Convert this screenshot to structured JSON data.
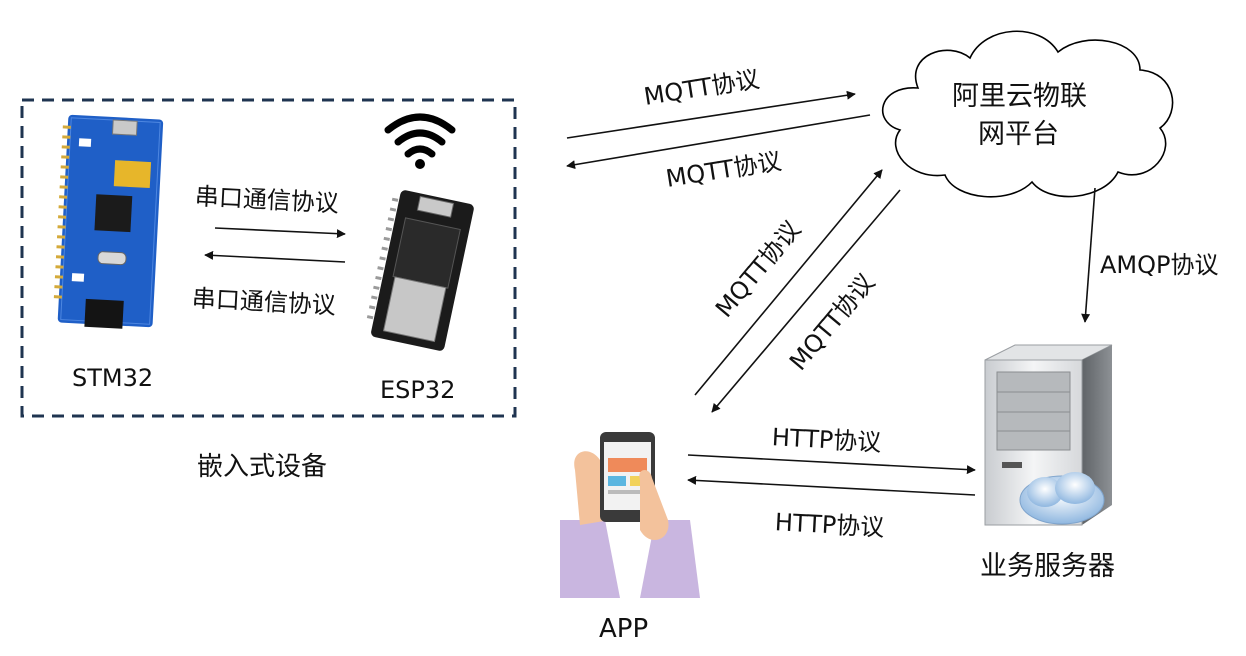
{
  "groups": {
    "embedded_title": "嵌入式设备"
  },
  "nodes": {
    "stm32": "STM32",
    "esp32": "ESP32",
    "cloud": [
      "阿里云物联",
      "网平台"
    ],
    "server": "业务服务器",
    "app": "APP"
  },
  "edges": {
    "serial_to_esp": "串口通信协议",
    "serial_to_stm": "串口通信协议",
    "mqtt_to_cloud": "MQTT协议",
    "mqtt_from_cloud": "MQTT协议",
    "mqtt_app_to_cloud": "MQTT协议",
    "mqtt_cloud_to_app": "MQTT协议",
    "amqp": "AMQP协议",
    "http_to_server": "HTTP协议",
    "http_to_app": "HTTP协议"
  }
}
